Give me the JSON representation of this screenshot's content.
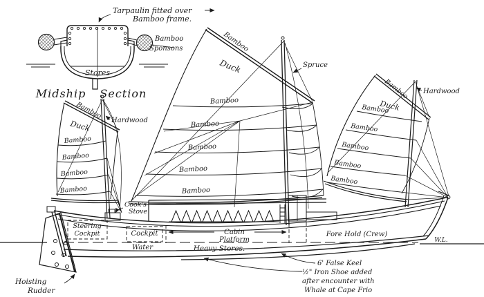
{
  "figure": {
    "subject": "Hand-drawn profile diagram of a Chinese junk sailing vessel with midship cross-section",
    "colors": {
      "ink": "#1c1c1c",
      "paper": "#ffffff"
    }
  },
  "midship": {
    "tarpaulin_note": [
      "Tarpaulin fitted over",
      "Bamboo frame."
    ],
    "sponsons": [
      "Bamboo",
      "Sponsons"
    ],
    "stores": "Stores",
    "caption": "Midship Section"
  },
  "sails": {
    "mizzen": {
      "mast": "Hardwood",
      "yard": "Bamboo",
      "cloth": "Duck",
      "battens": [
        "Bamboo",
        "Bamboo",
        "Bamboo",
        "Bamboo"
      ]
    },
    "main": {
      "mast": "Spruce",
      "yard": "Bamboo",
      "cloth": "Duck",
      "battens": [
        "Bamboo",
        "Bamboo",
        "Bamboo",
        "Bamboo",
        "Bamboo"
      ]
    },
    "fore": {
      "mast": "Hardwood",
      "yard": "Bamboo",
      "cloth": "Duck",
      "battens": [
        "Bamboo",
        "Bamboo",
        "Bamboo",
        "Bamboo",
        "Bamboo"
      ]
    }
  },
  "deck": {
    "cook_stove": [
      "Cook's",
      "Stove"
    ]
  },
  "hull": {
    "steering_cockpit": [
      "Steering",
      "Cockpit"
    ],
    "cockpit": "Cockpit",
    "cabin_platform": [
      "Cabin",
      "Platform"
    ],
    "fore_hold": "Fore Hold (Crew)",
    "water": "Water",
    "heavy_stores": "Heavy Stores.",
    "waterline_mark": "W.L."
  },
  "notes": {
    "hoisting_rudder": [
      "Hoisting",
      "Rudder"
    ],
    "keel": [
      "6' False Keel",
      "½\" Iron Shoe added",
      "after encounter with",
      "Whale at Cape Frio"
    ]
  }
}
